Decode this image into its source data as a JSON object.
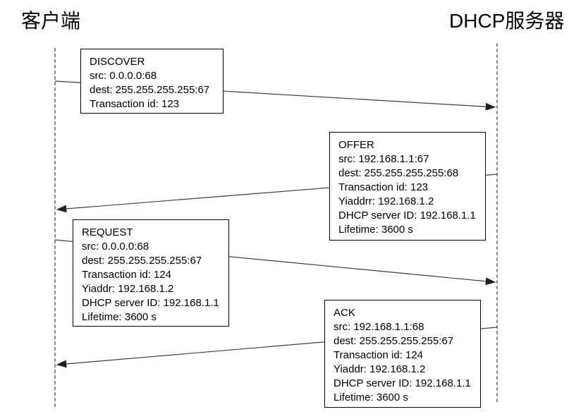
{
  "diagram": {
    "kind": "dhcp-sequence-diagram",
    "background": "#ffffff"
  },
  "actors": {
    "client": "客户端",
    "server": "DHCP服务器"
  },
  "colors": {
    "text": "#000000",
    "box_border": "#000000",
    "box_fill": "#ffffff",
    "arrow_line": "#3f3f3f",
    "lifeline": "#4a4a4a"
  },
  "messages": [
    {
      "id": "discover",
      "from": "client",
      "to": "server",
      "lines": [
        "DISCOVER",
        "src: 0.0.0.0:68",
        "dest: 255.255.255.255:67",
        "Transaction id: 123"
      ]
    },
    {
      "id": "offer",
      "from": "server",
      "to": "client",
      "lines": [
        "OFFER",
        "src: 192.168.1.1:67",
        "dest: 255.255.255.255:68",
        "Transaction id: 123",
        "Yiaddrr: 192.168.1.2",
        "DHCP server ID: 192.168.1.1",
        "Lifetime: 3600 s"
      ]
    },
    {
      "id": "request",
      "from": "client",
      "to": "server",
      "lines": [
        "REQUEST",
        "src: 0.0.0.0:68",
        "dest: 255.255.255.255:67",
        "Transaction id: 124",
        "Yiaddr: 192.168.1.2",
        "DHCP server ID: 192.168.1.1",
        "Lifetime: 3600 s"
      ]
    },
    {
      "id": "ack",
      "from": "server",
      "to": "client",
      "lines": [
        "ACK",
        "src: 192.168.1.1:68",
        "dest: 255.255.255.255:67",
        "Transaction id: 124",
        "Yiaddr: 192.168.1.2",
        "DHCP server ID: 192.168.1.1",
        "Lifetime: 3600 s"
      ]
    }
  ]
}
